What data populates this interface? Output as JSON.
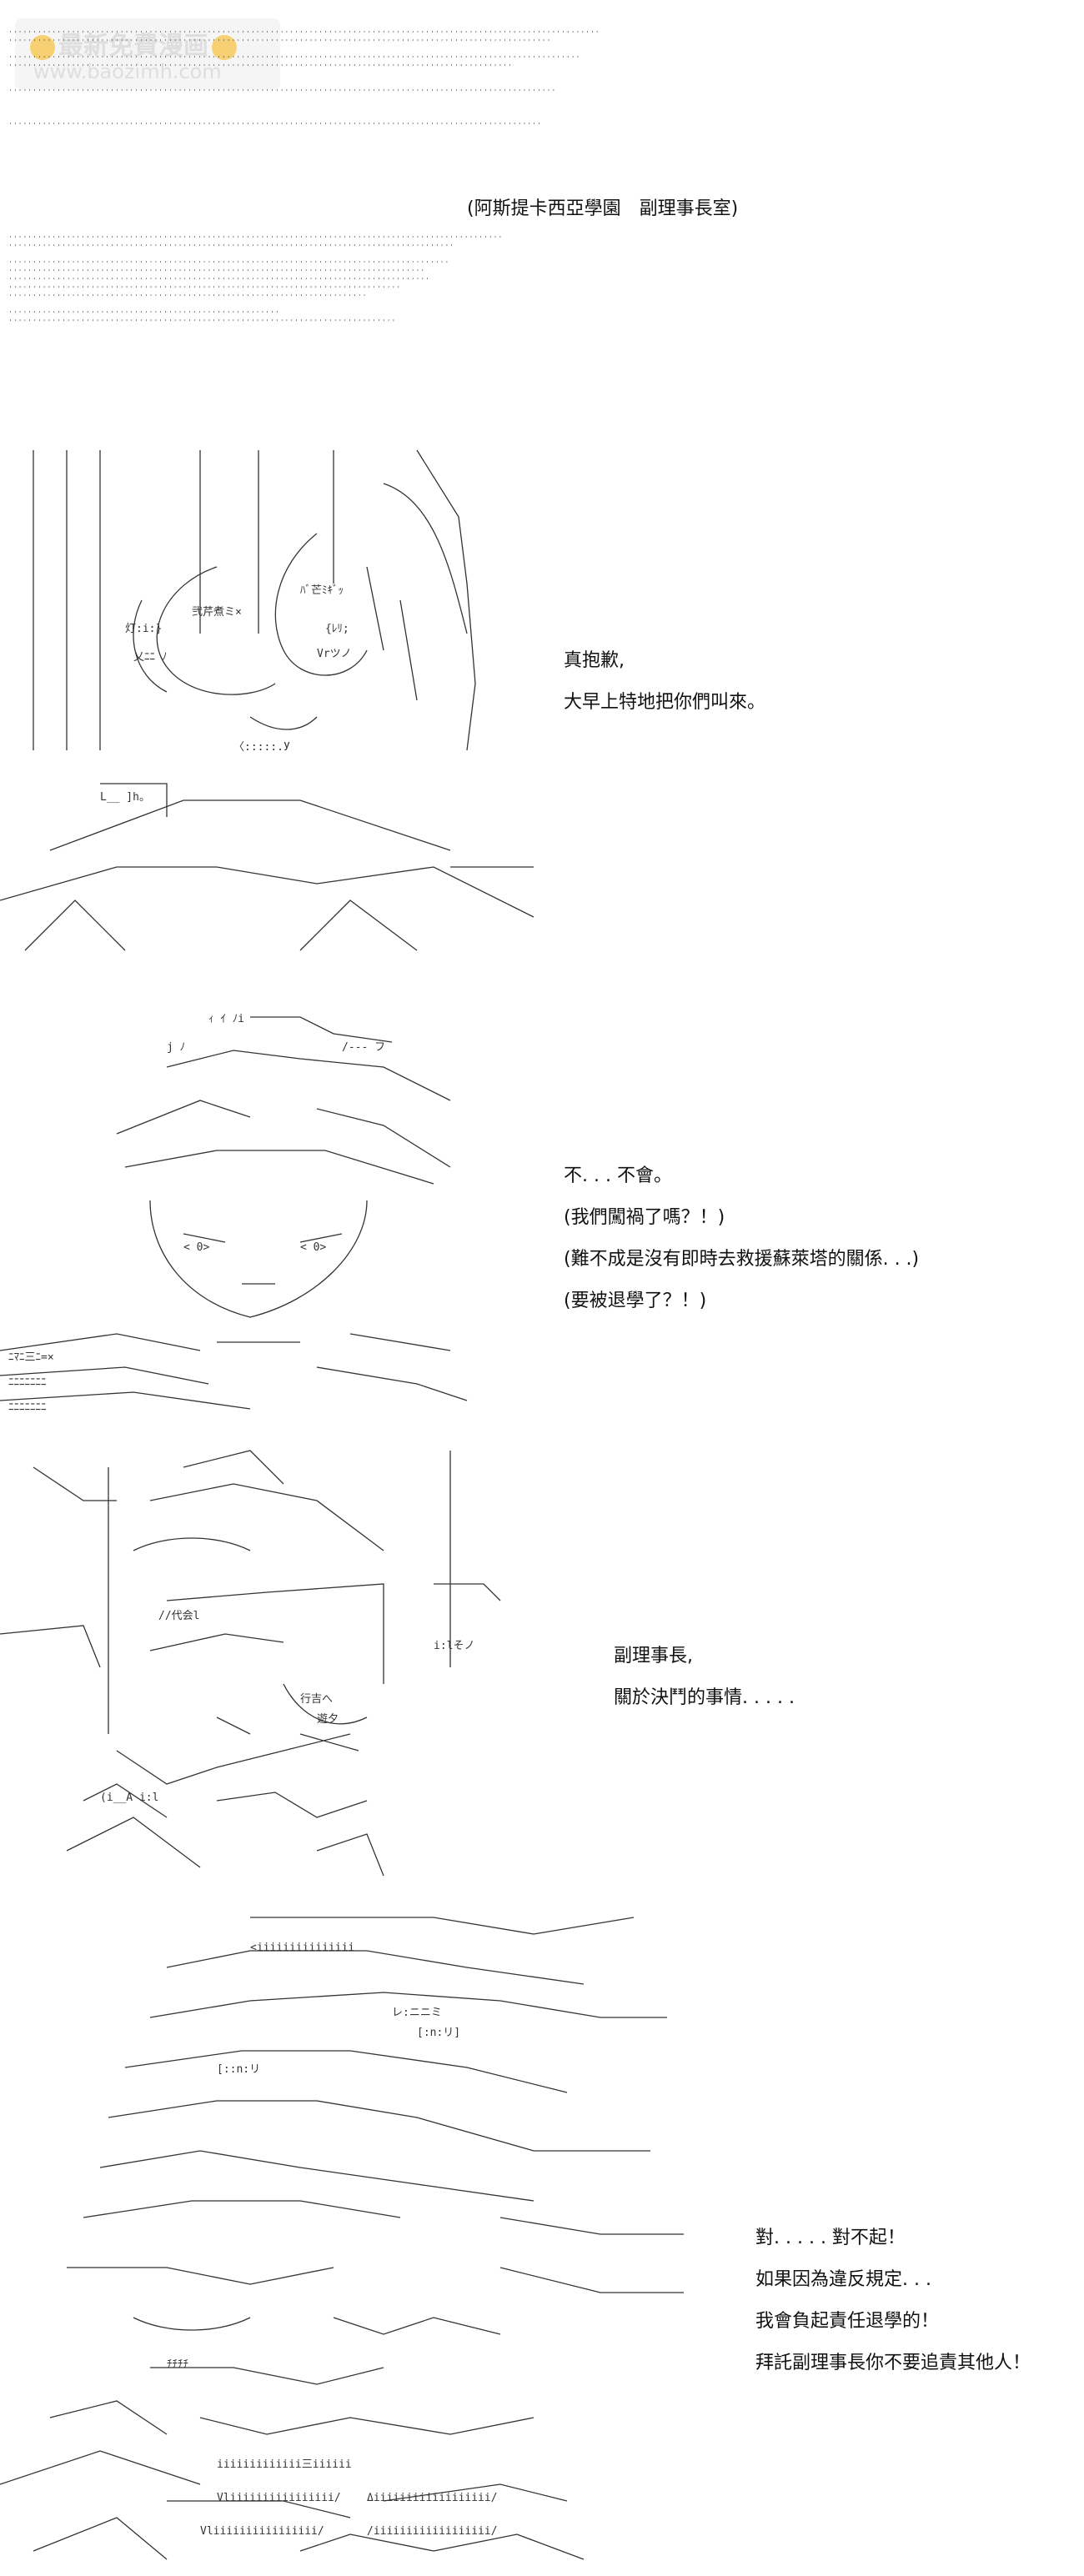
{
  "watermark": {
    "line1": "最新免費漫画",
    "line2": "www.baozimh.com",
    "icon_left": "thumbs-down-emoji-icon",
    "icon_right": "thumbs-down-emoji-icon"
  },
  "location_caption": "(阿斯提卡西亞學園　副理事長室)",
  "panel1": {
    "lines": [
      "真抱歉,",
      "大早上特地把你們叫來。"
    ]
  },
  "panel2": {
    "lines": [
      "不. . . 不會。",
      "(我們闖禍了嗎？！)",
      "(難不成是沒有即時去救援蘇萊塔的關係. . .)",
      "(要被退學了？！)"
    ]
  },
  "panel3": {
    "lines": [
      "副理事長,",
      "關於決鬥的事情. . . . ."
    ]
  },
  "panel4": {
    "lines": [
      "對. . . . . 對不起！",
      "如果因為違反規定. . .",
      "我會負起責任退學的！",
      "拜託副理事長你不要追責其他人！"
    ]
  }
}
